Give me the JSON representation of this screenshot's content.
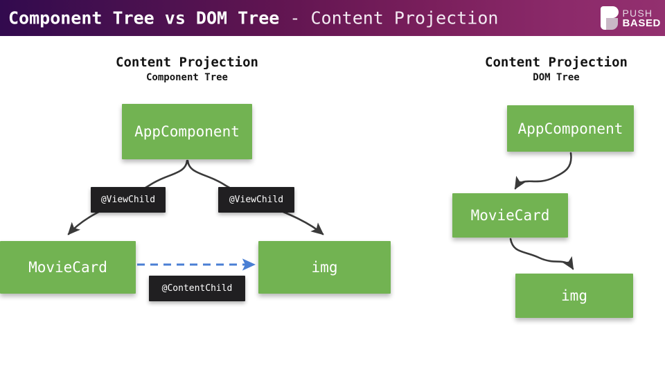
{
  "header": {
    "title_strong": "Component Tree vs DOM Tree",
    "title_light": " - Content Projection",
    "logo": {
      "mark": "push-based-p-mark",
      "line1": "PUSH",
      "line2": "BASED"
    },
    "colors": {
      "gradient_start": "#320A4E",
      "gradient_end": "#93306F",
      "text": "#ffffff"
    }
  },
  "diagrams": {
    "left": {
      "title_main": "Content Projection",
      "title_sub": "Component Tree",
      "nodes": {
        "app": "AppComponent",
        "movie": "MovieCard",
        "img": "img"
      },
      "tags": {
        "view_child_left": "@ViewChild",
        "view_child_right": "@ViewChild",
        "content_child": "@ContentChild"
      },
      "edges": [
        {
          "name": "app-to-moviecard",
          "from": "AppComponent",
          "to": "MovieCard",
          "style": "curved-solid",
          "color": "#3A3A3A"
        },
        {
          "name": "app-to-img",
          "from": "AppComponent",
          "to": "img",
          "style": "curved-solid",
          "color": "#3A3A3A"
        },
        {
          "name": "moviecard-to-img",
          "from": "MovieCard",
          "to": "img",
          "style": "dashed",
          "color": "#4A7FD4"
        }
      ]
    },
    "right": {
      "title_main": "Content Projection",
      "title_sub": "DOM Tree",
      "nodes": {
        "app": "AppComponent",
        "movie": "MovieCard",
        "img": "img"
      },
      "edges": [
        {
          "name": "app-to-moviecard",
          "from": "AppComponent",
          "to": "MovieCard",
          "style": "curved-solid",
          "color": "#3A3A3A"
        },
        {
          "name": "moviecard-to-img",
          "from": "MovieCard",
          "to": "img",
          "style": "curved-solid",
          "color": "#3A3A3A"
        }
      ]
    }
  },
  "colors": {
    "node_green": "#72B352",
    "tag_dark": "#201F21",
    "arrow_dark": "#3A3A3A",
    "arrow_blue": "#4A7FD4",
    "background": "#ffffff"
  }
}
